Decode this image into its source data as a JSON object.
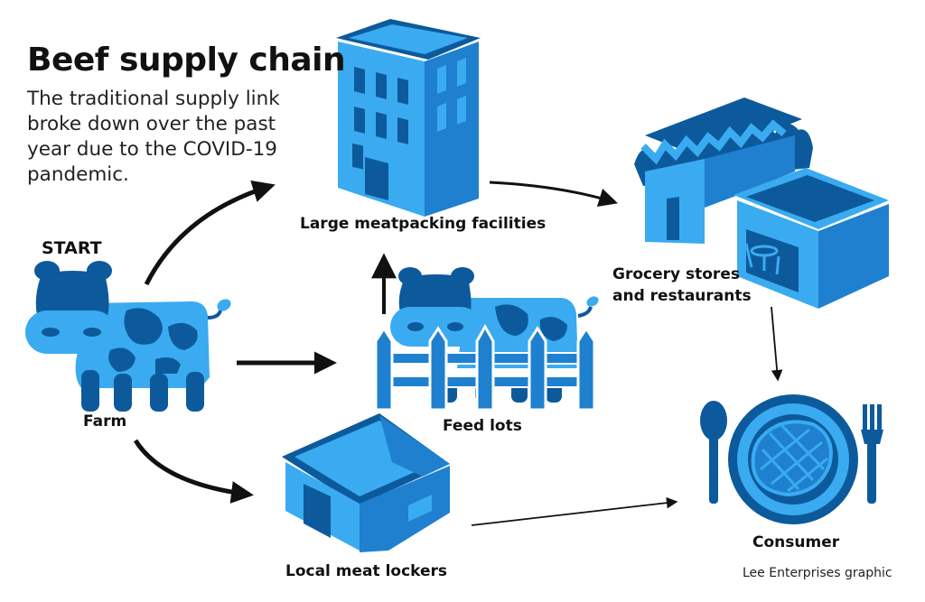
{
  "title": "Beef supply chain",
  "subtitle": "The traditional supply link broke down over the past year due to the COVID-19 pandemic.",
  "start_label": "START",
  "nodes": {
    "farm": "Farm",
    "meatpacking": "Large meatpacking facilities",
    "feedlots": "Feed lots",
    "grocery_line1": "Grocery stores",
    "grocery_line2": "and restaurants",
    "lockers": "Local meat lockers",
    "consumer": "Consumer"
  },
  "credit": "Lee Enterprises graphic",
  "colors": {
    "light_blue": "#3aabf0",
    "dark_blue": "#0c5a9c",
    "mid_blue": "#1f80cf",
    "arrow": "#111111"
  },
  "icons": [
    "cow-icon",
    "building-icon",
    "store-icon",
    "restaurant-icon",
    "fence-icon",
    "barn-icon",
    "plate-icon",
    "spoon-icon",
    "fork-icon"
  ]
}
